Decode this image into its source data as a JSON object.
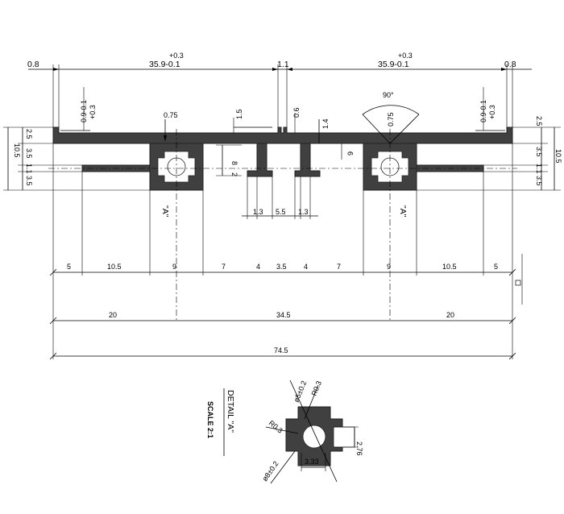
{
  "top": {
    "left_gap": "0.8",
    "left_span_tol": "+0.3",
    "left_span": "35.9-0.1",
    "center_gap": "1.1",
    "right_span_tol": "+0.3",
    "right_span": "35.9-0.1",
    "right_gap": "0.8"
  },
  "slots": {
    "left_tol": "+0.3",
    "left_val": "0.9-0.1",
    "right_tol": "+0.3",
    "right_val": "0.9-0.1"
  },
  "small": {
    "rad_left": "0.75",
    "d15": "1.5",
    "d06": "0.6",
    "d14": "1.4",
    "angle": "90°",
    "rad_right": "0.75",
    "d9": "9",
    "d8": "8",
    "d2": "2"
  },
  "side_left": {
    "overall": "10.5",
    "d25": "2.5",
    "d35a": "3.5",
    "d11": "1.1",
    "d35b": "3.5"
  },
  "side_right": {
    "d25": "2.5",
    "d35a": "3.5",
    "d11": "1.1",
    "d35b": "3.5",
    "overall": "10.5"
  },
  "slot_pitch": {
    "left": "1.3",
    "mid": "5.5",
    "right": "1.3"
  },
  "marks": {
    "left_a": "\"A\"",
    "right_a": "\"A\""
  },
  "row1": [
    "5",
    "10.5",
    "9",
    "7",
    "4",
    "3.5",
    "4",
    "7",
    "9",
    "10.5",
    "5"
  ],
  "row2": [
    "20",
    "34.5",
    "20"
  ],
  "total": "74.5",
  "detail": {
    "title": "DETAIL \"A\"",
    "scale": "SCALE 2:1",
    "dia_top": "ø5±0.2",
    "r_top": "R0.3",
    "r_left": "R0.3",
    "dia_bottom": "ø8±0.2",
    "width": "3.33",
    "height": "2.76"
  }
}
